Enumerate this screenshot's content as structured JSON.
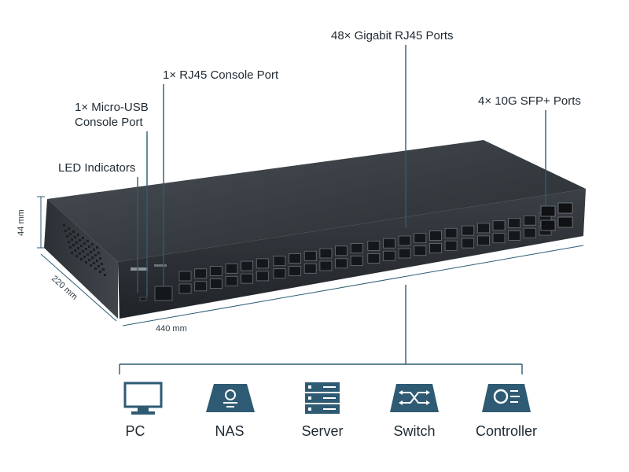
{
  "callouts": {
    "led": "LED Indicators",
    "micro_usb_line1": "1× Micro-USB",
    "micro_usb_line2": "Console Port",
    "rj45_console": "1× RJ45 Console Port",
    "gigabit_ports": "48× Gigabit RJ45 Ports",
    "sfp_ports": "4× 10G SFP+ Ports"
  },
  "dimensions": {
    "height": "44 mm",
    "depth": "220 mm",
    "width": "440 mm"
  },
  "devices": [
    {
      "label": "PC",
      "icon": "monitor-icon"
    },
    {
      "label": "NAS",
      "icon": "nas-icon"
    },
    {
      "label": "Server",
      "icon": "server-icon"
    },
    {
      "label": "Switch",
      "icon": "switch-icon"
    },
    {
      "label": "Controller",
      "icon": "controller-icon"
    }
  ],
  "colors": {
    "accent": "#2e5b73",
    "chassis_top": "#3a3f44",
    "chassis_front": "#2a2e32",
    "port": "#1a1d20"
  }
}
